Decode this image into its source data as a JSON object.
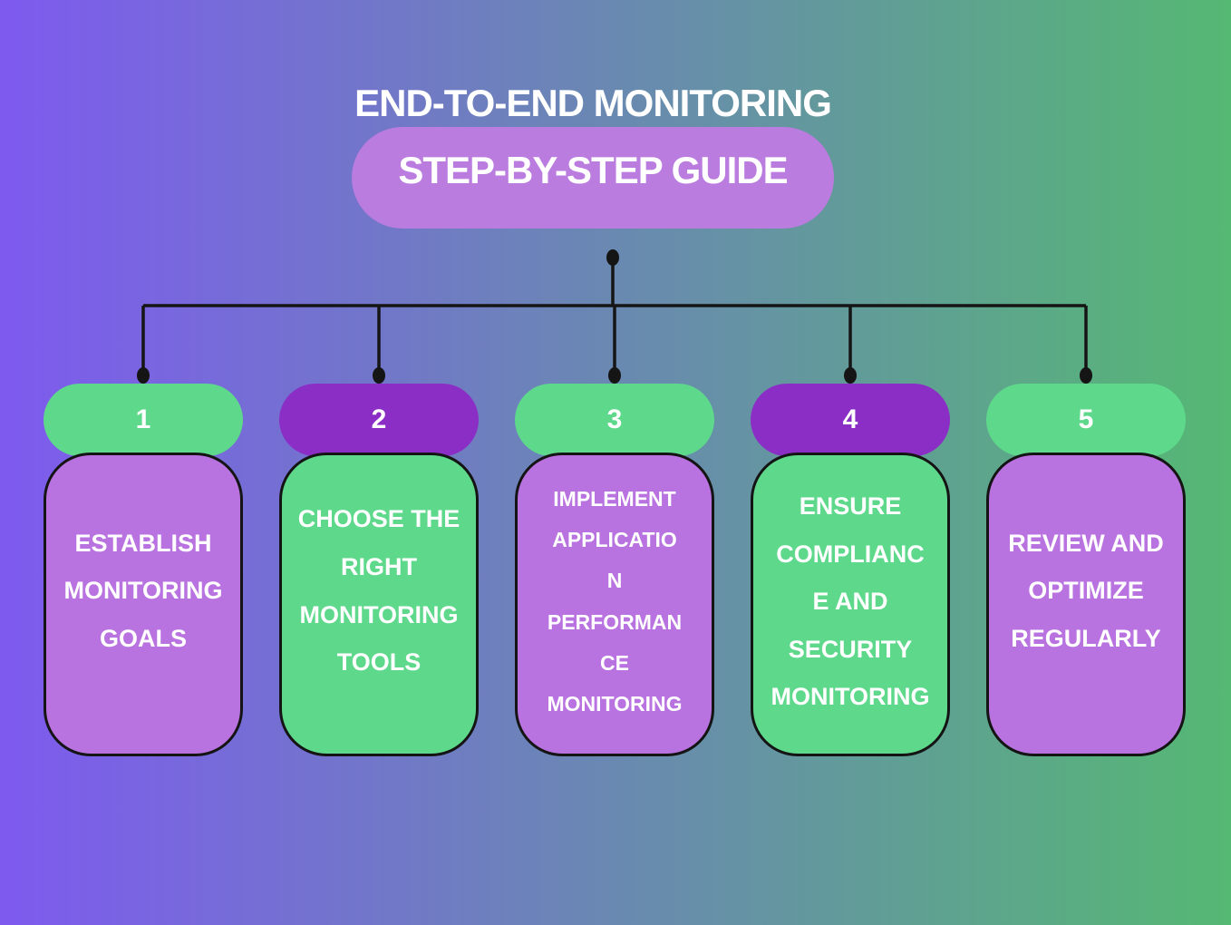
{
  "title": {
    "line1": "END-TO-END MONITORING",
    "line2": "STEP-BY-STEP GUIDE"
  },
  "steps": [
    {
      "number": "1",
      "label": "ESTABLISH\nMONITORING\nGOALS"
    },
    {
      "number": "2",
      "label": "CHOOSE THE\nRIGHT\nMONITORING\nTOOLS"
    },
    {
      "number": "3",
      "label": "IMPLEMENT\nAPPLICATIO\nN\nPERFORMAN\nCE\nMONITORING"
    },
    {
      "number": "4",
      "label": "ENSURE\nCOMPLIANC\nE AND\nSECURITY\nMONITORING"
    },
    {
      "number": "5",
      "label": "REVIEW AND\nOPTIMIZE\nREGULARLY"
    }
  ],
  "colors": {
    "bg_left": "#7E5AEF",
    "bg_right": "#55B873",
    "green": "#5ED98B",
    "purple_accent": "#8B2EC6",
    "lavender": "#B973E0",
    "title_pill": "#BA7CDF",
    "outline": "#141414",
    "connector": "#151515",
    "text": "#FFFFFF"
  }
}
